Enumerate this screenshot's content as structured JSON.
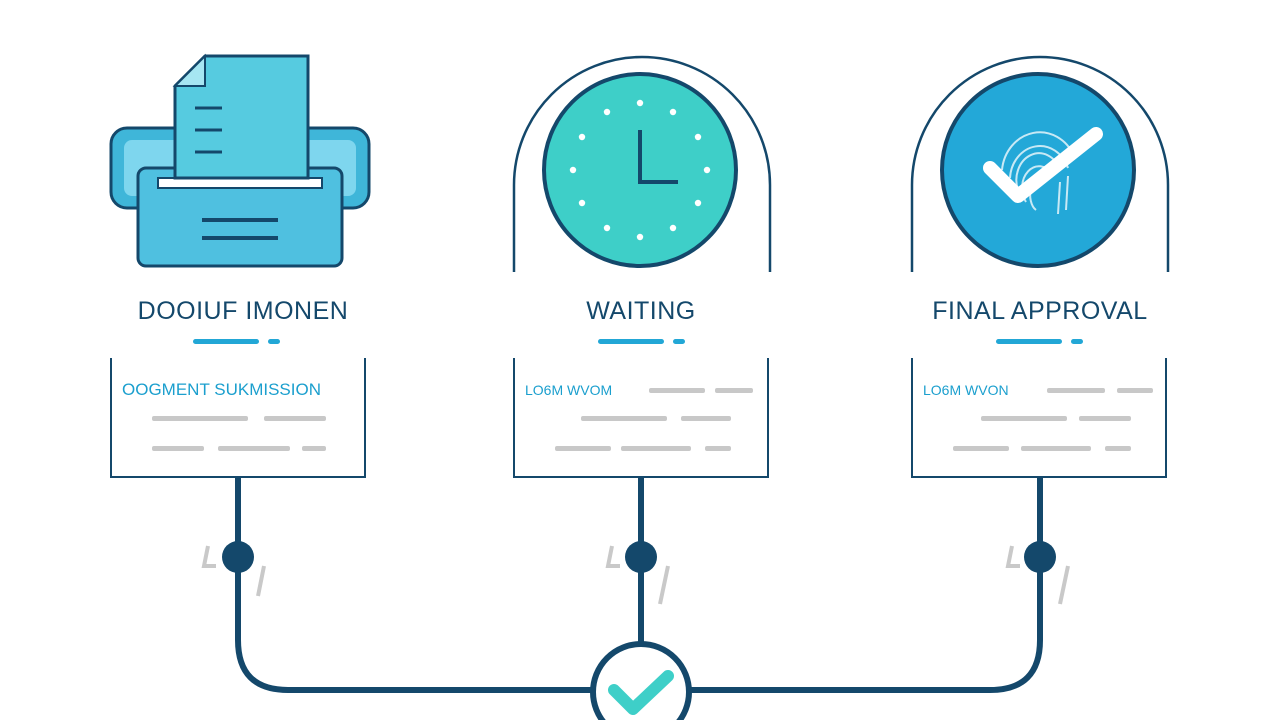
{
  "steps": [
    {
      "title": "DOOIUF IMONEN",
      "card_label": "OOGMENT SUKMISSION",
      "icon": "document-tray-icon"
    },
    {
      "title": "WAITING",
      "card_label": "LO6M WVOM",
      "icon": "clock-icon"
    },
    {
      "title": "FINAL APPROVAL",
      "card_label": "LO6M WVON",
      "icon": "fingerprint-check-icon"
    }
  ],
  "center_icon": "checkmark-icon",
  "colors": {
    "primary": "#14486b",
    "accent": "#22a7d6",
    "teal": "#3ecfc8",
    "light_blue": "#5ac7e4",
    "placeholder": "#c8c8c8"
  }
}
